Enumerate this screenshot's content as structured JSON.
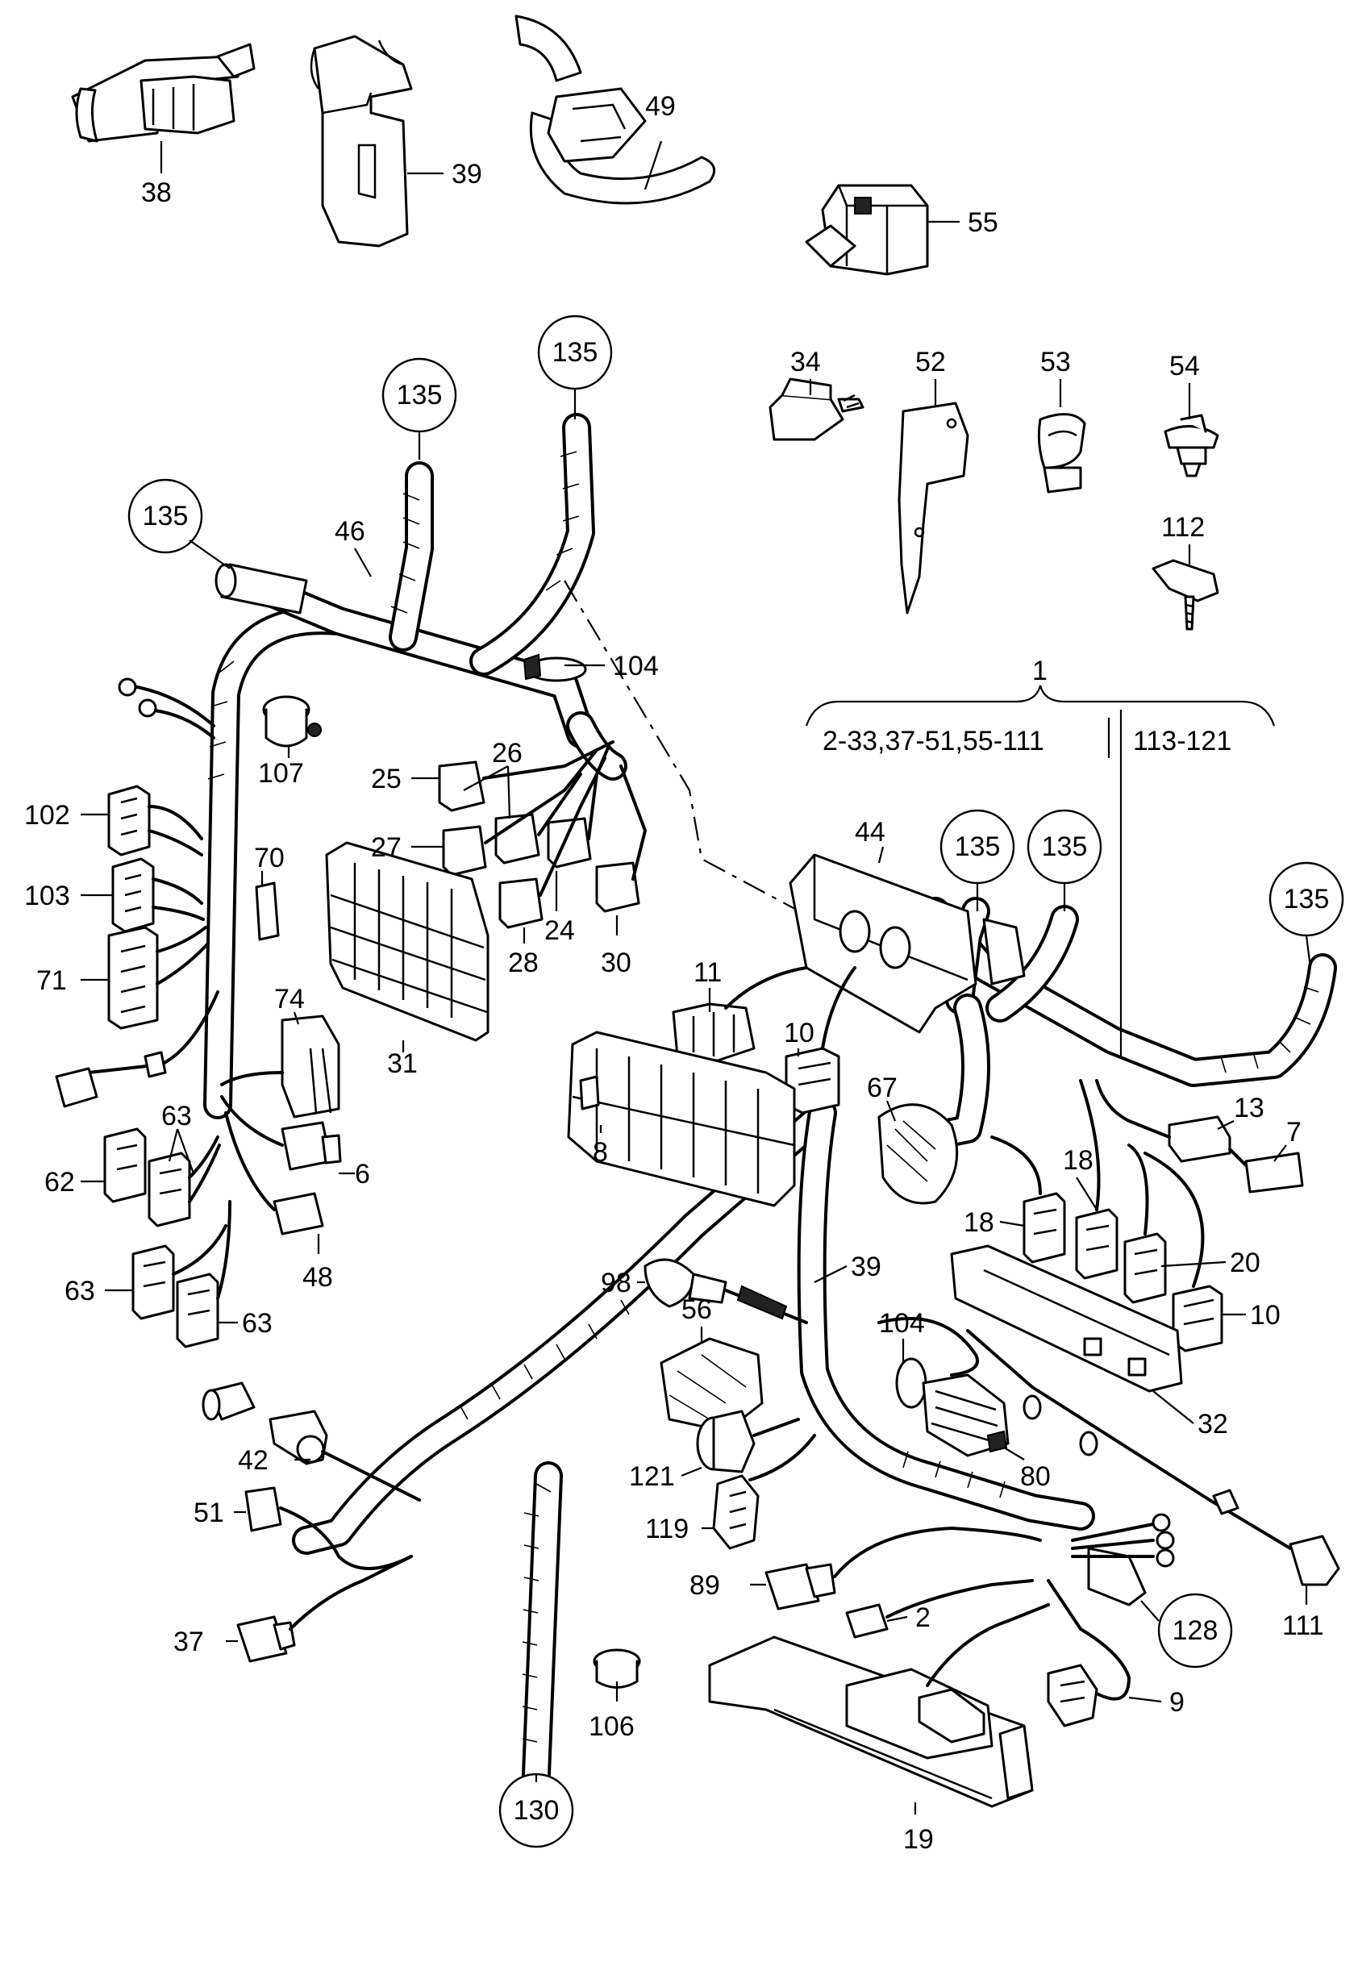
{
  "diagram": {
    "labels": [
      {
        "id": "38",
        "text": "38"
      },
      {
        "id": "39a",
        "text": "39"
      },
      {
        "id": "49",
        "text": "49"
      },
      {
        "id": "55",
        "text": "55"
      },
      {
        "id": "34",
        "text": "34"
      },
      {
        "id": "52",
        "text": "52"
      },
      {
        "id": "53",
        "text": "53"
      },
      {
        "id": "54",
        "text": "54"
      },
      {
        "id": "112",
        "text": "112"
      },
      {
        "id": "46",
        "text": "46"
      },
      {
        "id": "104a",
        "text": "104"
      },
      {
        "id": "107",
        "text": "107"
      },
      {
        "id": "25",
        "text": "25"
      },
      {
        "id": "26",
        "text": "26"
      },
      {
        "id": "27",
        "text": "27"
      },
      {
        "id": "24",
        "text": "24"
      },
      {
        "id": "28",
        "text": "28"
      },
      {
        "id": "30",
        "text": "30"
      },
      {
        "id": "31",
        "text": "31"
      },
      {
        "id": "70",
        "text": "70"
      },
      {
        "id": "102",
        "text": "102"
      },
      {
        "id": "103",
        "text": "103"
      },
      {
        "id": "71",
        "text": "71"
      },
      {
        "id": "74",
        "text": "74"
      },
      {
        "id": "63a",
        "text": "63"
      },
      {
        "id": "62",
        "text": "62"
      },
      {
        "id": "6",
        "text": "6"
      },
      {
        "id": "48",
        "text": "48"
      },
      {
        "id": "63b",
        "text": "63"
      },
      {
        "id": "63c",
        "text": "63"
      },
      {
        "id": "1",
        "text": "1"
      },
      {
        "id": "44",
        "text": "44"
      },
      {
        "id": "11",
        "text": "11"
      },
      {
        "id": "10a",
        "text": "10"
      },
      {
        "id": "8",
        "text": "8"
      },
      {
        "id": "67",
        "text": "67"
      },
      {
        "id": "13",
        "text": "13"
      },
      {
        "id": "7",
        "text": "7"
      },
      {
        "id": "18a",
        "text": "18"
      },
      {
        "id": "18b",
        "text": "18"
      },
      {
        "id": "20",
        "text": "20"
      },
      {
        "id": "10b",
        "text": "10"
      },
      {
        "id": "98",
        "text": "98"
      },
      {
        "id": "39b",
        "text": "39"
      },
      {
        "id": "56",
        "text": "56"
      },
      {
        "id": "104b",
        "text": "104"
      },
      {
        "id": "32",
        "text": "32"
      },
      {
        "id": "42",
        "text": "42"
      },
      {
        "id": "121",
        "text": "121"
      },
      {
        "id": "80",
        "text": "80"
      },
      {
        "id": "51",
        "text": "51"
      },
      {
        "id": "119",
        "text": "119"
      },
      {
        "id": "89",
        "text": "89"
      },
      {
        "id": "2",
        "text": "2"
      },
      {
        "id": "111",
        "text": "111"
      },
      {
        "id": "37",
        "text": "37"
      },
      {
        "id": "106",
        "text": "106"
      },
      {
        "id": "9",
        "text": "9"
      },
      {
        "id": "19",
        "text": "19"
      }
    ],
    "group_ranges": {
      "left": "2-33,37-51,55-111",
      "right": "113-121"
    },
    "circled_refs": [
      {
        "id": "c135a",
        "text": "135"
      },
      {
        "id": "c135b",
        "text": "135"
      },
      {
        "id": "c135c",
        "text": "135"
      },
      {
        "id": "c135d",
        "text": "135"
      },
      {
        "id": "c135e",
        "text": "135"
      },
      {
        "id": "c135f",
        "text": "135"
      },
      {
        "id": "c128",
        "text": "128"
      },
      {
        "id": "c130",
        "text": "130"
      }
    ]
  }
}
